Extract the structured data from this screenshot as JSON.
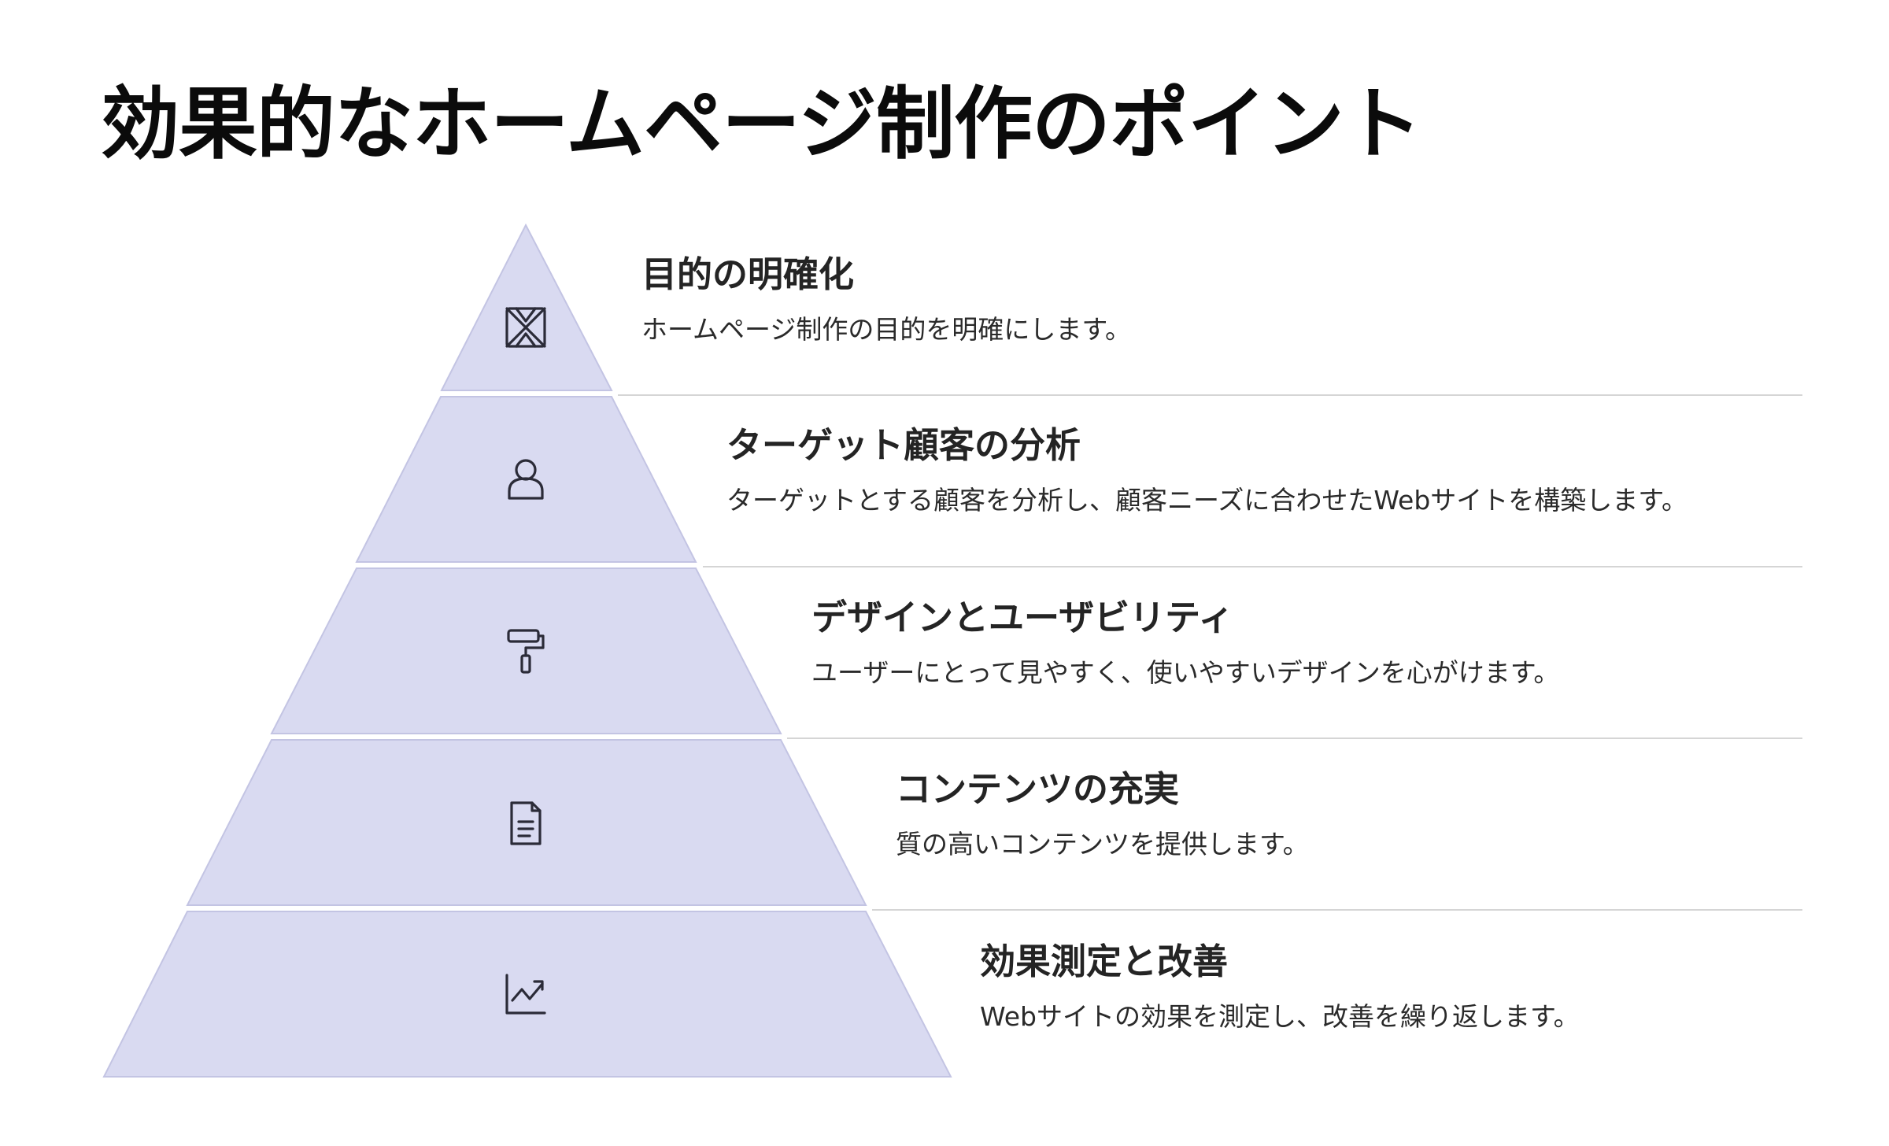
{
  "title": "効果的なホームページ制作のポイント",
  "colors": {
    "tier_fill": "#d9daf1",
    "tier_stroke": "#c3c4e3",
    "divider": "#d5d5d5",
    "icon_stroke": "#2b2b38"
  },
  "levels": [
    {
      "heading": "目的の明確化",
      "description": "ホームページ制作の目的を明確にします。",
      "icon": "target-icon"
    },
    {
      "heading": "ターゲット顧客の分析",
      "description": "ターゲットとする顧客を分析し、顧客ニーズに合わせたWebサイトを構築します。",
      "icon": "user-icon"
    },
    {
      "heading": "デザインとユーザビリティ",
      "description": "ユーザーにとって見やすく、使いやすいデザインを心がけます。",
      "icon": "paint-roller-icon"
    },
    {
      "heading": "コンテンツの充実",
      "description": "質の高いコンテンツを提供します。",
      "icon": "document-icon"
    },
    {
      "heading": "効果測定と改善",
      "description": "Webサイトの効果を測定し、改善を繰り返します。",
      "icon": "trend-chart-icon"
    }
  ]
}
